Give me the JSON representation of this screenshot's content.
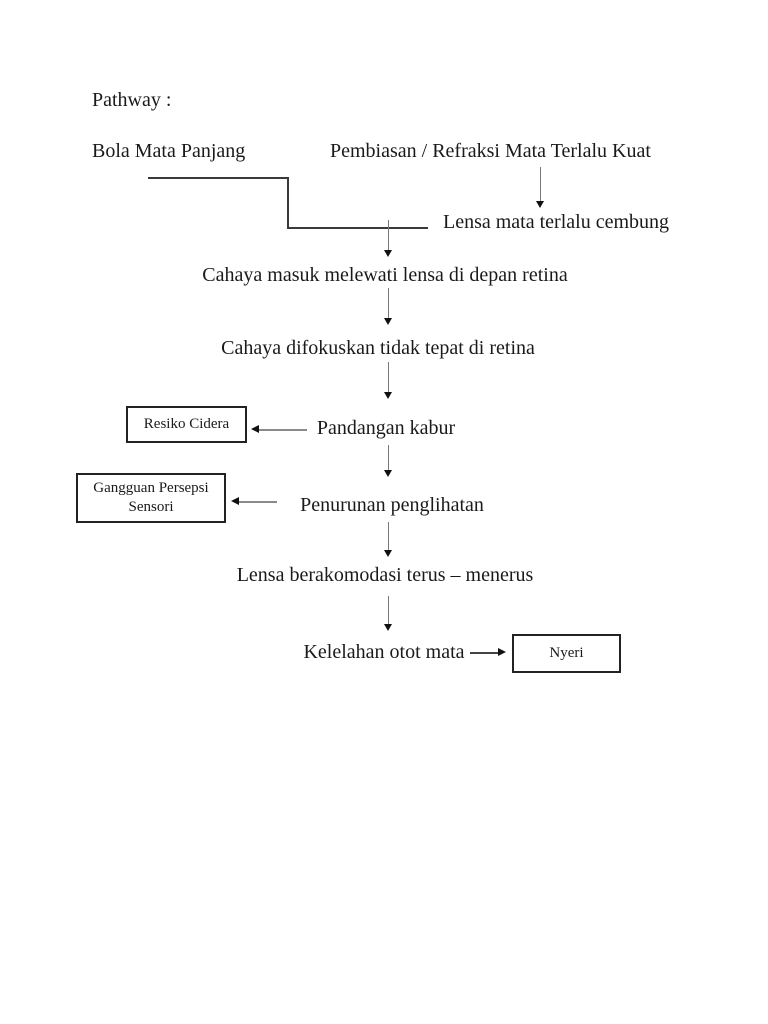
{
  "title": "Pathway :",
  "nodes": {
    "bola_mata_panjang": "Bola Mata Panjang",
    "pembiasan": "Pembiasan / Refraksi Mata Terlalu Kuat",
    "lensa_cembung": "Lensa mata terlalu cembung",
    "cahaya_masuk": "Cahaya masuk melewati lensa di depan retina",
    "cahaya_difokuskan": "Cahaya difokuskan tidak tepat di retina",
    "pandangan_kabur": "Pandangan kabur",
    "penurunan_penglihatan": "Penurunan penglihatan",
    "lensa_berakomodasi": "Lensa berakomodasi terus – menerus",
    "kelelahan_otot_mata": "Kelelahan otot mata"
  },
  "diagnosis_boxes": {
    "resiko_cidera": "Resiko Cidera",
    "gangguan_persepsi_line1": "Gangguan Persepsi",
    "gangguan_persepsi_line2": "Sensori",
    "nyeri": "Nyeri"
  },
  "colors": {
    "page_bg": "#ffffff",
    "text": "#1a1a1a",
    "connector_line": "#3a3a3a",
    "arrow_head": "#111111"
  }
}
